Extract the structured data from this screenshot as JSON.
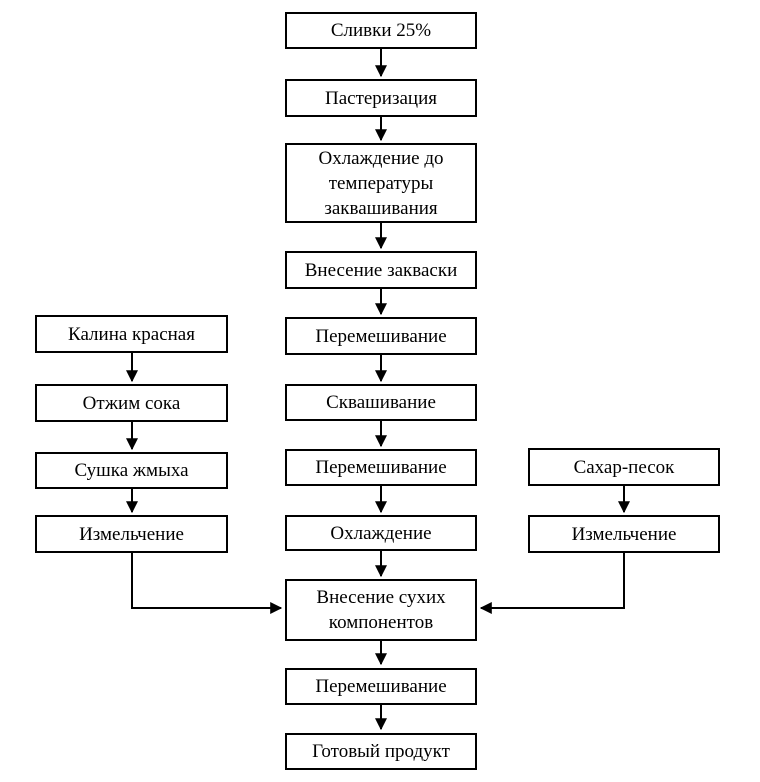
{
  "diagram": {
    "main_flow": [
      "Сливки 25%",
      "Пастеризация",
      "Охлаждение до температуры заквашивания",
      "Внесение закваски",
      "Перемешивание",
      "Сквашивание",
      "Перемешивание",
      "Охлаждение",
      "Внесение сухих компонентов",
      "Перемешивание",
      "Готовый продукт"
    ],
    "left_branch": [
      "Калина красная",
      "Отжим сока",
      "Сушка жмыха",
      "Измельчение"
    ],
    "right_branch": [
      "Сахар-песок",
      "Измельчение"
    ],
    "colors": {
      "line": "#000000",
      "box_border": "#000000",
      "background": "#ffffff"
    }
  }
}
